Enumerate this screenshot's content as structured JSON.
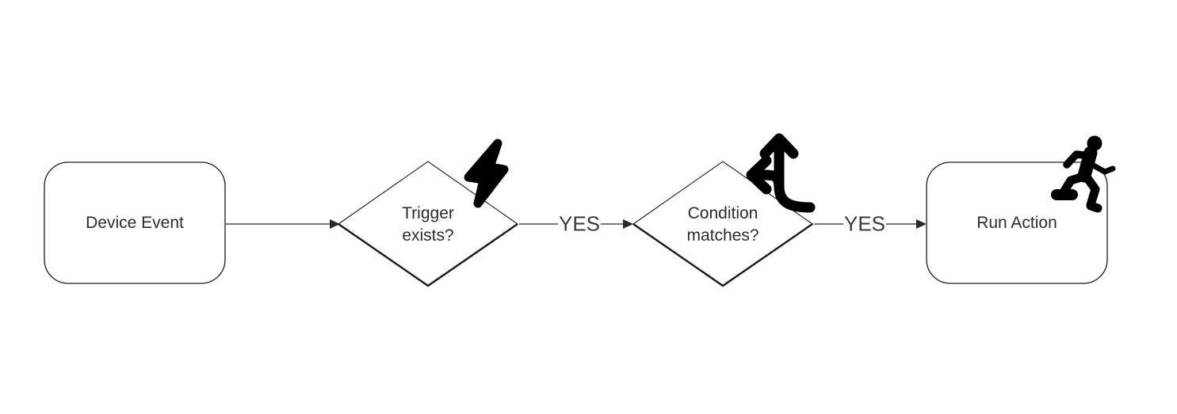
{
  "diagram": {
    "type": "flowchart",
    "background": "#ffffff",
    "colors": {
      "shape_stroke": "#1a1a1a",
      "shape_fill": "#ffffff",
      "connector_line": "#4a4a4a",
      "arrowhead": "#2a2a2a",
      "icon": "#000000",
      "node_text": "#2b2b2b",
      "edge_text": "#3a3a3a"
    }
  },
  "nodes": [
    {
      "id": "device-event",
      "shape": "rounded-rect",
      "label": "Device Event",
      "icon": null
    },
    {
      "id": "trigger-exists",
      "shape": "diamond",
      "label": "Trigger exists?",
      "icon": "lightning-bolt"
    },
    {
      "id": "condition-matches",
      "shape": "diamond",
      "label": "Condition matches?",
      "icon": "branch-arrows"
    },
    {
      "id": "run-action",
      "shape": "rounded-rect",
      "label": "Run Action",
      "icon": "running-person"
    }
  ],
  "edges": [
    {
      "from": "device-event",
      "to": "trigger-exists",
      "label": ""
    },
    {
      "from": "trigger-exists",
      "to": "condition-matches",
      "label": "YES"
    },
    {
      "from": "condition-matches",
      "to": "run-action",
      "label": "YES"
    }
  ]
}
